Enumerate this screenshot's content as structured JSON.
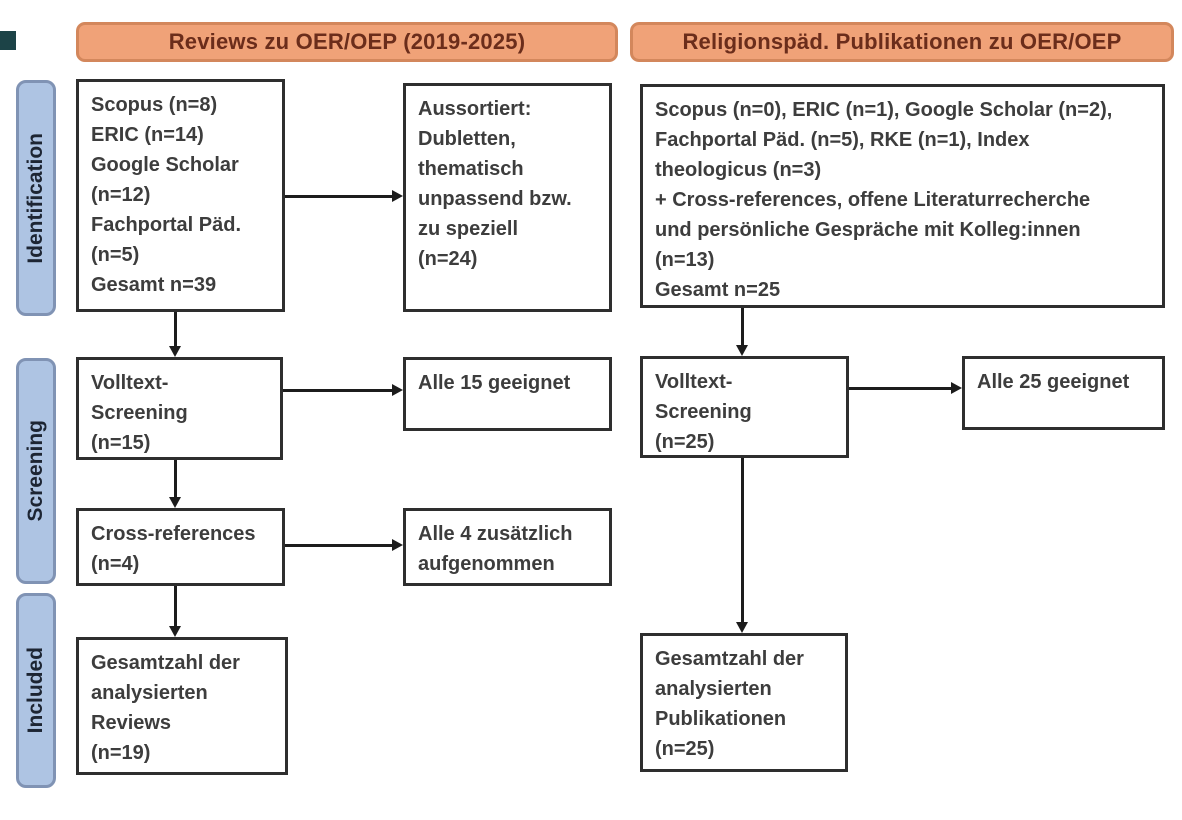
{
  "headers": {
    "left": "Reviews zu OER/OEP (2019-2025)",
    "right": "Religionspäd. Publikationen zu OER/OEP"
  },
  "stages": {
    "identification": "Identification",
    "screening": "Screening",
    "included": "Included"
  },
  "left_flow": {
    "sources": "Scopus (n=8)\nERIC (n=14)\nGoogle Scholar\n(n=12)\nFachportal Päd.\n(n=5)\nGesamt n=39",
    "excluded": "Aussortiert:\nDubletten,\nthematisch\nunpassend bzw.\nzu speziell\n(n=24)",
    "fulltext_screening": "Volltext-\nScreening\n(n=15)",
    "fulltext_result": "Alle 15 geeignet",
    "cross_references": "Cross-references\n(n=4)",
    "cross_references_result": "Alle 4 zusätzlich\naufgenommen",
    "included_total": "Gesamtzahl der\nanalysierten\nReviews\n(n=19)"
  },
  "right_flow": {
    "sources": "Scopus (n=0), ERIC (n=1), Google Scholar (n=2),\nFachportal Päd. (n=5), RKE (n=1), Index\ntheologicus (n=3)\n+ Cross-references, offene Literaturrecherche\nund persönliche Gespräche mit Kolleg:innen\n(n=13)\nGesamt n=25",
    "fulltext_screening": "Volltext-\nScreening\n(n=25)",
    "fulltext_result": "Alle 25 geeignet",
    "included_total": "Gesamtzahl der\nanalysierten\nPublikationen\n(n=25)"
  },
  "colors": {
    "header_fill": "#f0a278",
    "header_border": "#d3875c",
    "header_text": "#6b2d1b",
    "stage_fill": "#aec4e3",
    "stage_border": "#8093b4",
    "stage_text": "#1d2533",
    "box_border": "#2e2e2e",
    "box_text": "#3d3d3d",
    "arrow": "#1c1c1c"
  }
}
